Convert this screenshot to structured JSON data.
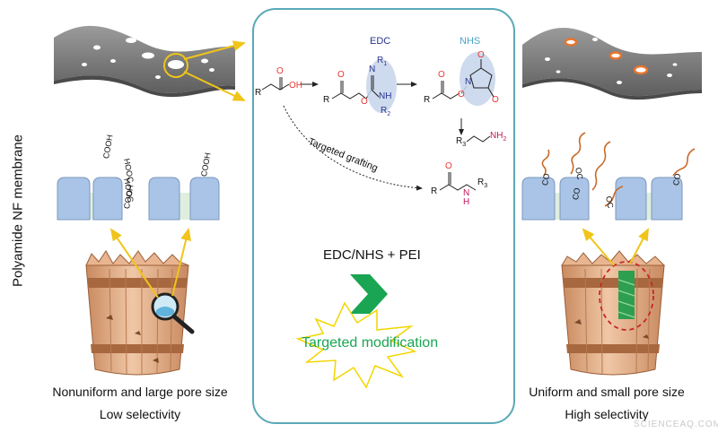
{
  "side_title": "Polyamide NF membrane",
  "left": {
    "caption1": "Nonuniform and large pore size",
    "caption2": "Low selectivity",
    "groups": [
      "COOH",
      "HOOC",
      "HOOC",
      "COOH",
      "COOH"
    ]
  },
  "right": {
    "caption1": "Uniform and small pore size",
    "caption2": "High selectivity",
    "groups": [
      "CO",
      "OC",
      "CO",
      "OC",
      "CO"
    ]
  },
  "center": {
    "edc_label": "EDC",
    "nhs_label": "NHS",
    "atoms": {
      "R": "R",
      "O": "O",
      "OH": "OH",
      "N": "N",
      "R1": "R",
      "R1_sub": "1",
      "R2": "R",
      "R2_sub": "2",
      "R3": "R",
      "R3_sub": "3",
      "NH2": "NH",
      "NH2_sub": "2",
      "NH": "N",
      "H": "H"
    },
    "grafting_label": "Targeted grafting",
    "reagent_label": "EDC/NHS + PEI",
    "modification_label": "Targeted modification"
  },
  "colors": {
    "frame": "#5aa8b8",
    "membrane_top": "#8a8a8a",
    "block": "#a9c4e6",
    "gap_fill": "#dfeedd",
    "arrow": "#f0c419",
    "ring": "#e8742e",
    "chevron": "#1aa553",
    "burst_stroke": "#f2d600",
    "oxygen": "#e53935",
    "nitrogen": "#283593",
    "amine": "#c2185b",
    "edc_blob": "#c5d3ea",
    "wood": "#e2a67f",
    "band": "#a8683f"
  },
  "watermark": "SCIENCEAQ.COM"
}
